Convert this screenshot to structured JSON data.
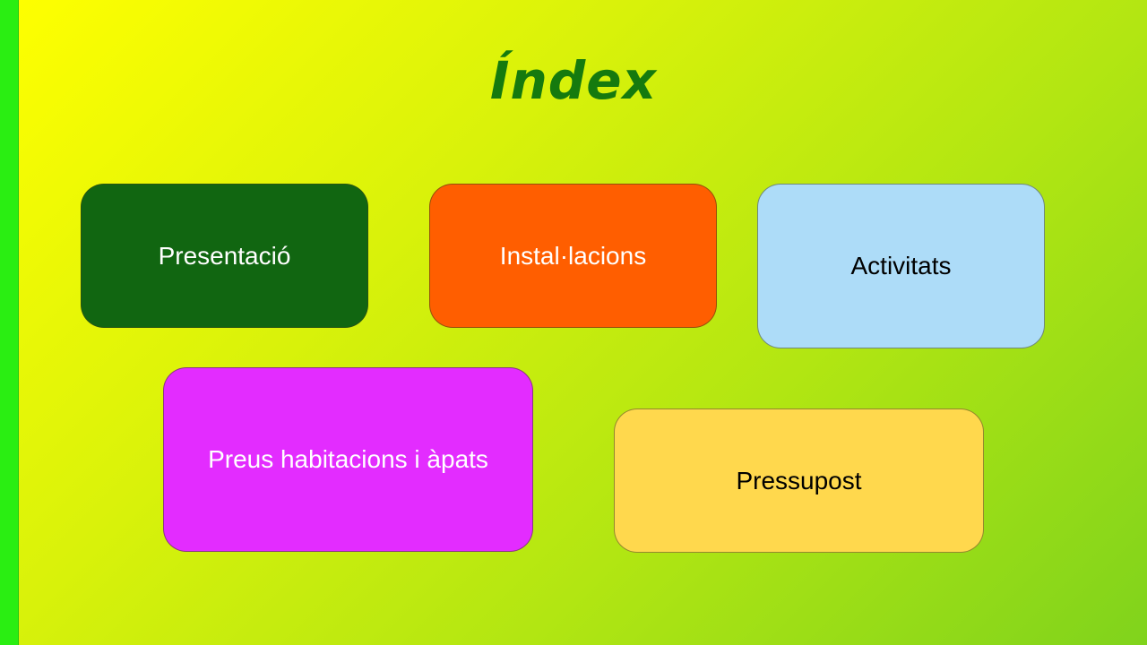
{
  "slide": {
    "title": "Índex",
    "colors": {
      "title": "#157a0e",
      "left_bar": "#2aee12",
      "background_start": "#ffff00",
      "background_end": "#80d31c"
    }
  },
  "menu": {
    "items": [
      {
        "label": "Presentació",
        "color": "#116611"
      },
      {
        "label": "Instal·lacions",
        "color": "#ff5e00"
      },
      {
        "label": "Activitats",
        "color": "#addcf8"
      },
      {
        "label": "Preus habitacions i àpats",
        "color": "#e32cff"
      },
      {
        "label": "Pressupost",
        "color": "#ffd84d"
      }
    ]
  }
}
